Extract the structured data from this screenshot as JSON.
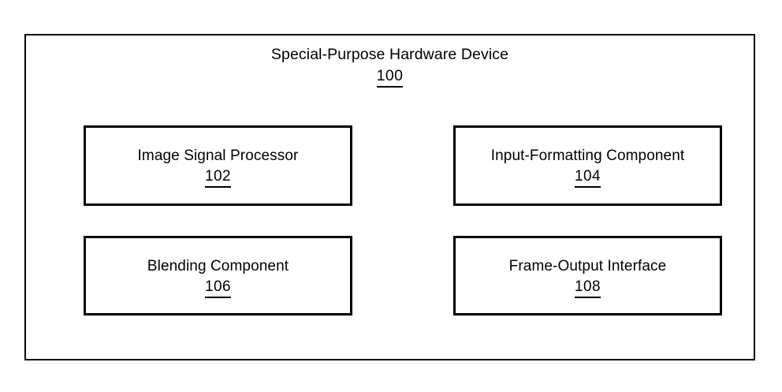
{
  "figure": {
    "title": "Special-Purpose Hardware Device",
    "reference_number": "100"
  },
  "components": [
    {
      "label": "Image Signal Processor",
      "reference_number": "102",
      "column": "left",
      "row": "top"
    },
    {
      "label": "Input-Formatting Component",
      "reference_number": "104",
      "column": "right",
      "row": "top"
    },
    {
      "label": "Blending Component",
      "reference_number": "106",
      "column": "left",
      "row": "bottom"
    },
    {
      "label": "Frame-Output Interface",
      "reference_number": "108",
      "column": "right",
      "row": "bottom"
    }
  ],
  "colors": {
    "background": "#ffffff",
    "stroke": "#000000",
    "text": "#000000"
  }
}
